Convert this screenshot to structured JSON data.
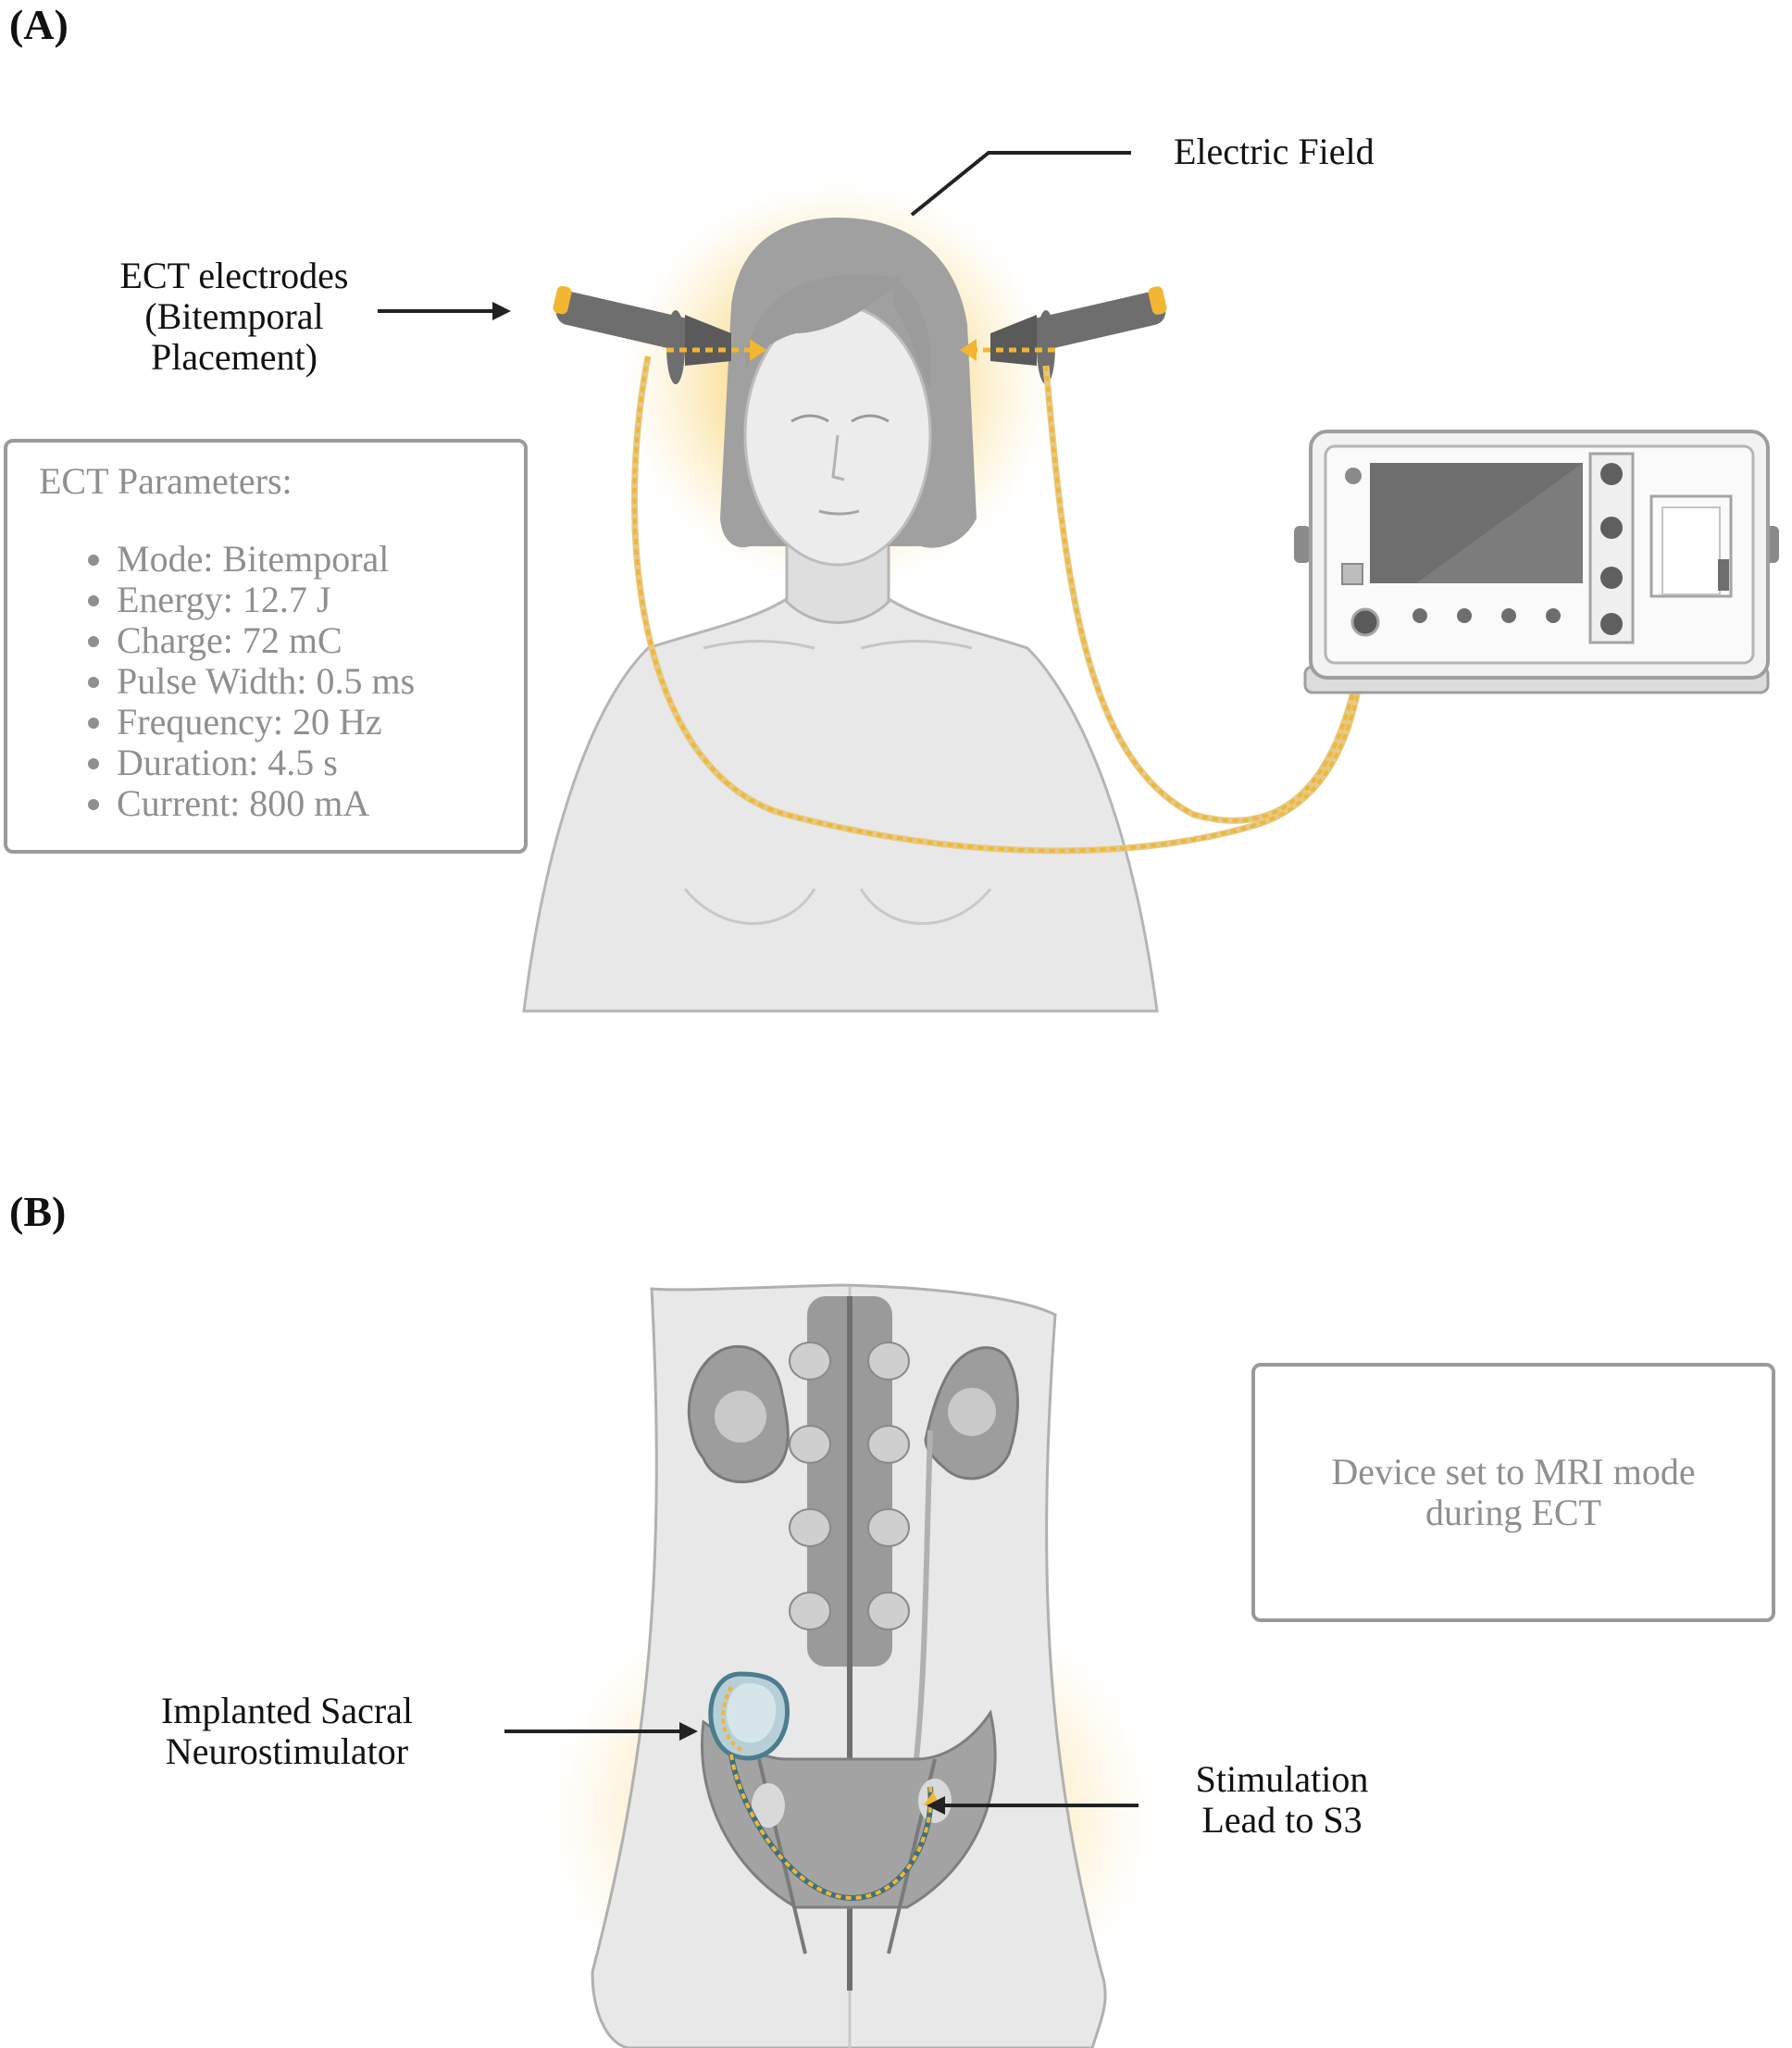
{
  "panel_a": {
    "label": "(A)",
    "electric_field_label": "Electric Field",
    "electrodes_label_line1": "ECT electrodes",
    "electrodes_label_line2": "(Bitemporal",
    "electrodes_label_line3": "Placement)",
    "parameters": {
      "title": "ECT Parameters:",
      "items": [
        "Mode: Bitemporal",
        "Energy: 12.7 J",
        "Charge: 72 mC",
        "Pulse Width: 0.5 ms",
        "Frequency: 20 Hz",
        "Duration: 4.5 s",
        "Current: 800 mA"
      ]
    }
  },
  "panel_b": {
    "label": "(B)",
    "neurostimulator_label_line1": "Implanted Sacral",
    "neurostimulator_label_line2": "Neurostimulator",
    "lead_label_line1": "Stimulation",
    "lead_label_line2": "Lead to S3",
    "mri_note": "Device set to MRI mode during ECT"
  },
  "colors": {
    "field_glow": "#f6c54a",
    "lead_wire": "#f2b632",
    "skin": "#e6e6e6",
    "hair": "#9b9b9b",
    "outline": "#a8a8a8",
    "box_border": "#9a9a9a",
    "box_text": "#8f8f8f"
  }
}
